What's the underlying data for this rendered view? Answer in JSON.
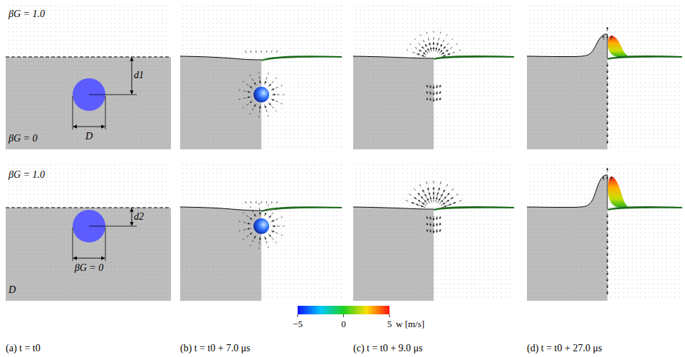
{
  "diagram": {
    "labels": [
      "βG = 1.0",
      "d1",
      "D",
      "βG = 0",
      "βG = 1.0",
      "d2",
      "βG = 0",
      "D",
      "−5",
      "0",
      "5",
      "w [m/s]",
      "(a) t = t0",
      "(b) t = t0 + 7.0 μs",
      "(c) t = t0 + 9.0 μs",
      "(d) t = t0 + 27.0 μs"
    ]
  }
}
